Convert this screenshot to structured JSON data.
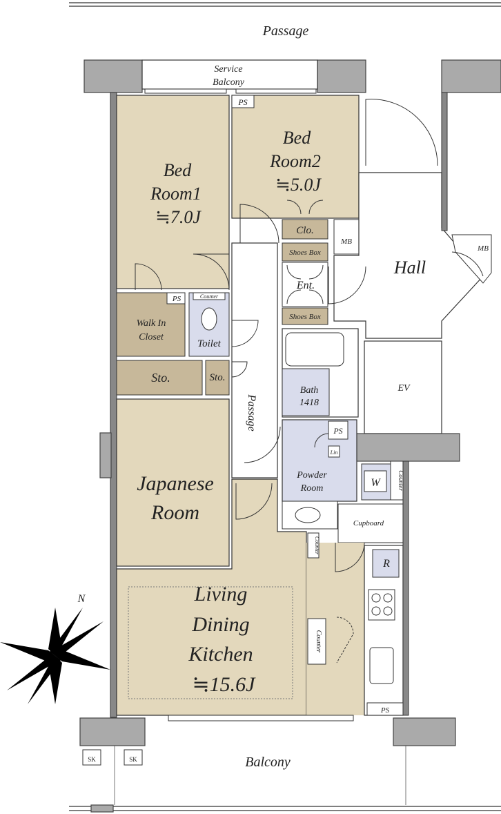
{
  "labels": {
    "passage_top": "Passage",
    "service_balcony_1": "Service",
    "service_balcony_2": "Balcony",
    "ps": "PS",
    "bed1_1": "Bed",
    "bed1_2": "Room1",
    "bed1_3": "≒7.0J",
    "bed2_1": "Bed",
    "bed2_2": "Room2",
    "bed2_3": "≒5.0J",
    "clo": "Clo.",
    "mb": "MB",
    "shoes_box": "Shoes Box",
    "ent": "Ent.",
    "hall": "Hall",
    "counter": "Counter",
    "walk_in_1": "Walk In",
    "walk_in_2": "Closet",
    "toilet": "Toilet",
    "sto": "Sto.",
    "passage_mid": "Passage",
    "bath_1": "Bath",
    "bath_2": "1418",
    "ev": "EV",
    "lin": "Lin",
    "powder_1": "Powder",
    "powder_2": "Room",
    "w": "W",
    "cupboard": "Cupboard",
    "r": "R",
    "japanese_1": "Japanese",
    "japanese_2": "Room",
    "ldk_1": "Living",
    "ldk_2": "Dining",
    "ldk_3": "Kitchen",
    "ldk_4": "≒15.6J",
    "north": "N",
    "sk": "SK",
    "balcony": "Balcony"
  },
  "colors": {
    "room_beige": "#e3d8bc",
    "room_brown": "#c7b89a",
    "wet_area_blue": "#d9dcec",
    "wall_gray": "#aaaaaa"
  }
}
